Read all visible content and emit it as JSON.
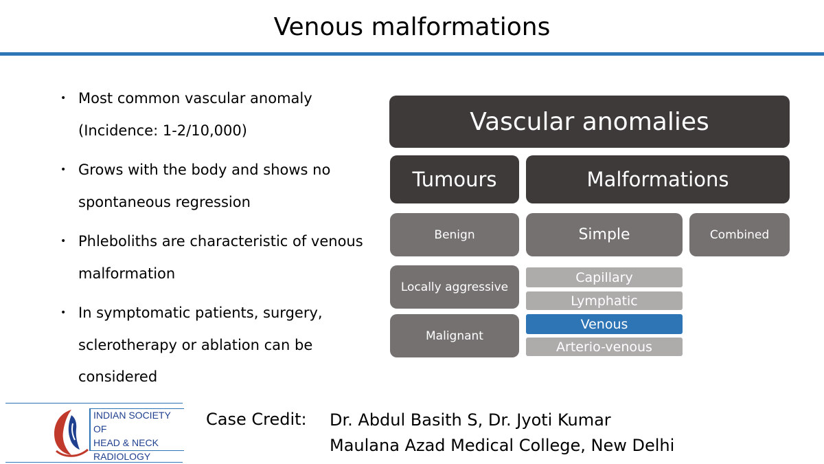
{
  "slide": {
    "title": "Venous malformations",
    "bullets": [
      "Most common vascular anomaly (Incidence: 1-2/10,000)",
      "Grows with the body and shows no spontaneous regression",
      "Phleboliths are characteristic of venous malformation",
      "In symptomatic patients, surgery, sclerotherapy or ablation can be considered"
    ]
  },
  "diagram": {
    "root": "Vascular anomalies",
    "tumours": {
      "label": "Tumours",
      "children": [
        "Benign",
        "Locally aggressive",
        "Malignant"
      ]
    },
    "malformations": {
      "label": "Malformations",
      "simple": {
        "label": "Simple",
        "children": [
          "Capillary",
          "Lymphatic",
          "Venous",
          "Arterio-venous"
        ],
        "highlighted": "Venous"
      },
      "combined": "Combined"
    },
    "colors": {
      "dark": "#3f3a3a",
      "mid": "#767171",
      "light": "#aeabab",
      "highlight": "#2e75b6"
    }
  },
  "logo": {
    "org_lines": [
      "INDIAN SOCIETY OF",
      "HEAD & NECK",
      "RADIOLOGY"
    ],
    "emblem": "ishnr-emblem-icon"
  },
  "credit": {
    "label": "Case Credit:",
    "names": "Dr. Abdul Basith S, Dr. Jyoti Kumar",
    "institution": "Maulana Azad Medical College, New Delhi"
  }
}
